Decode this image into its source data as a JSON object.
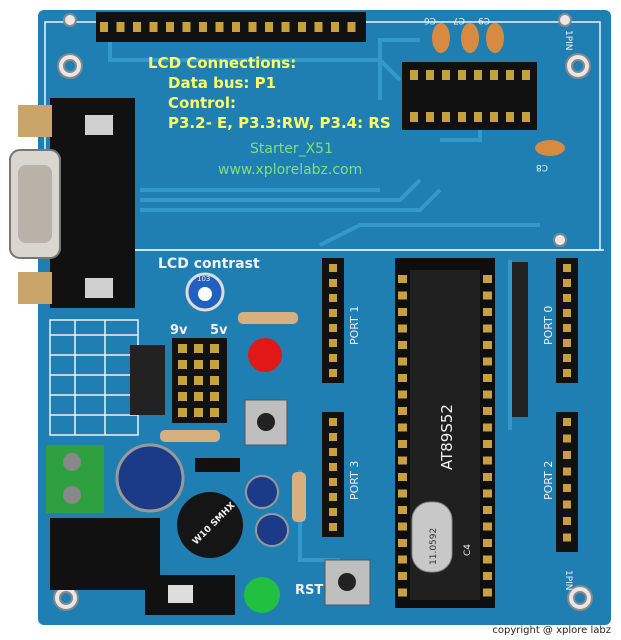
{
  "lcd": {
    "title": "LCD Connections:",
    "line1": "Data bus: P1",
    "line2": "Control:",
    "line3": "P3.2- E,  P3.3:RW, P3.4: RS"
  },
  "board": {
    "name": "Starter_X51",
    "url": "www.xplorelabz.com",
    "lcd_contrast": "LCD contrast",
    "v9": "9v",
    "v5": "5v",
    "rst": "RST",
    "chip": "AT89S52",
    "port0": "PORT 0",
    "port1": "PORT 1",
    "port2": "PORT 2",
    "port3": "PORT 3",
    "pin_top": "1PIN",
    "pin_bottom": "1PIN",
    "c6": "C6",
    "c7": "C7",
    "c9": "C9",
    "c8": "C8",
    "c4": "C4",
    "pot_code": "103",
    "bridge": "W10 SMHX",
    "crystal": "11.0592"
  },
  "colors": {
    "pcb": "#1f7fb3",
    "pcb_dark": "#15618c",
    "trace": "#2e95c8",
    "silk": "#f0f0f0",
    "ic": "#111111",
    "header": "#1a1a1a",
    "pin": "#c8a040"
  },
  "copyright": "copyright @ xplore labz"
}
